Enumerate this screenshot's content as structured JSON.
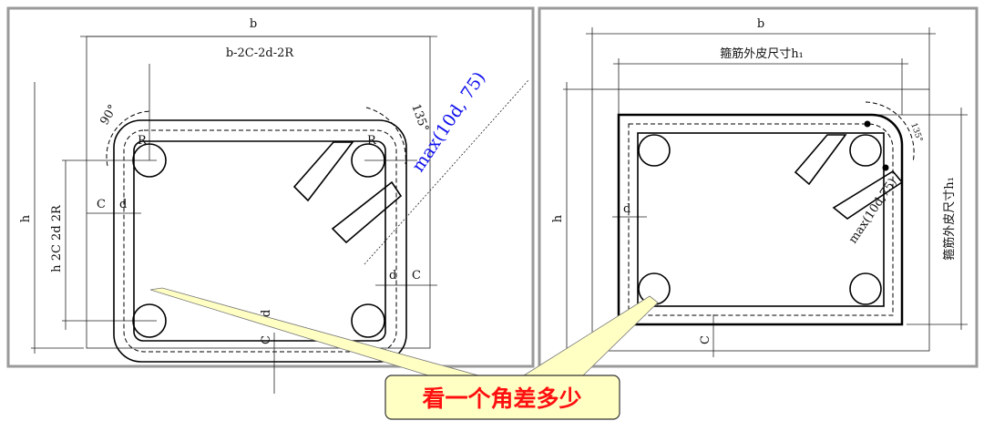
{
  "left_diagram": {
    "width_label": "b",
    "inner_width_label": "b-2C-2d-2R",
    "height_label": "h",
    "inner_height_label": "h 2C 2d 2R",
    "cover_label": "C",
    "diameter_label": "d",
    "radius_label": "R",
    "angle_90": "90°",
    "angle_135": "135°",
    "hook_length_label": "max(10d, 75)"
  },
  "right_diagram": {
    "width_label": "b",
    "outer_width_label": "箍筋外皮尺寸h₁",
    "height_label": "h",
    "outer_height_label": "箍筋外皮尺寸h₁",
    "cover_label": "C",
    "diameter_label": "d",
    "angle_135": "135°",
    "hook_length_label": "max(10d,75)"
  },
  "callout": {
    "text": "看一个角差多少",
    "fill_color": "#ffffc4",
    "text_color": "#ff1010"
  }
}
